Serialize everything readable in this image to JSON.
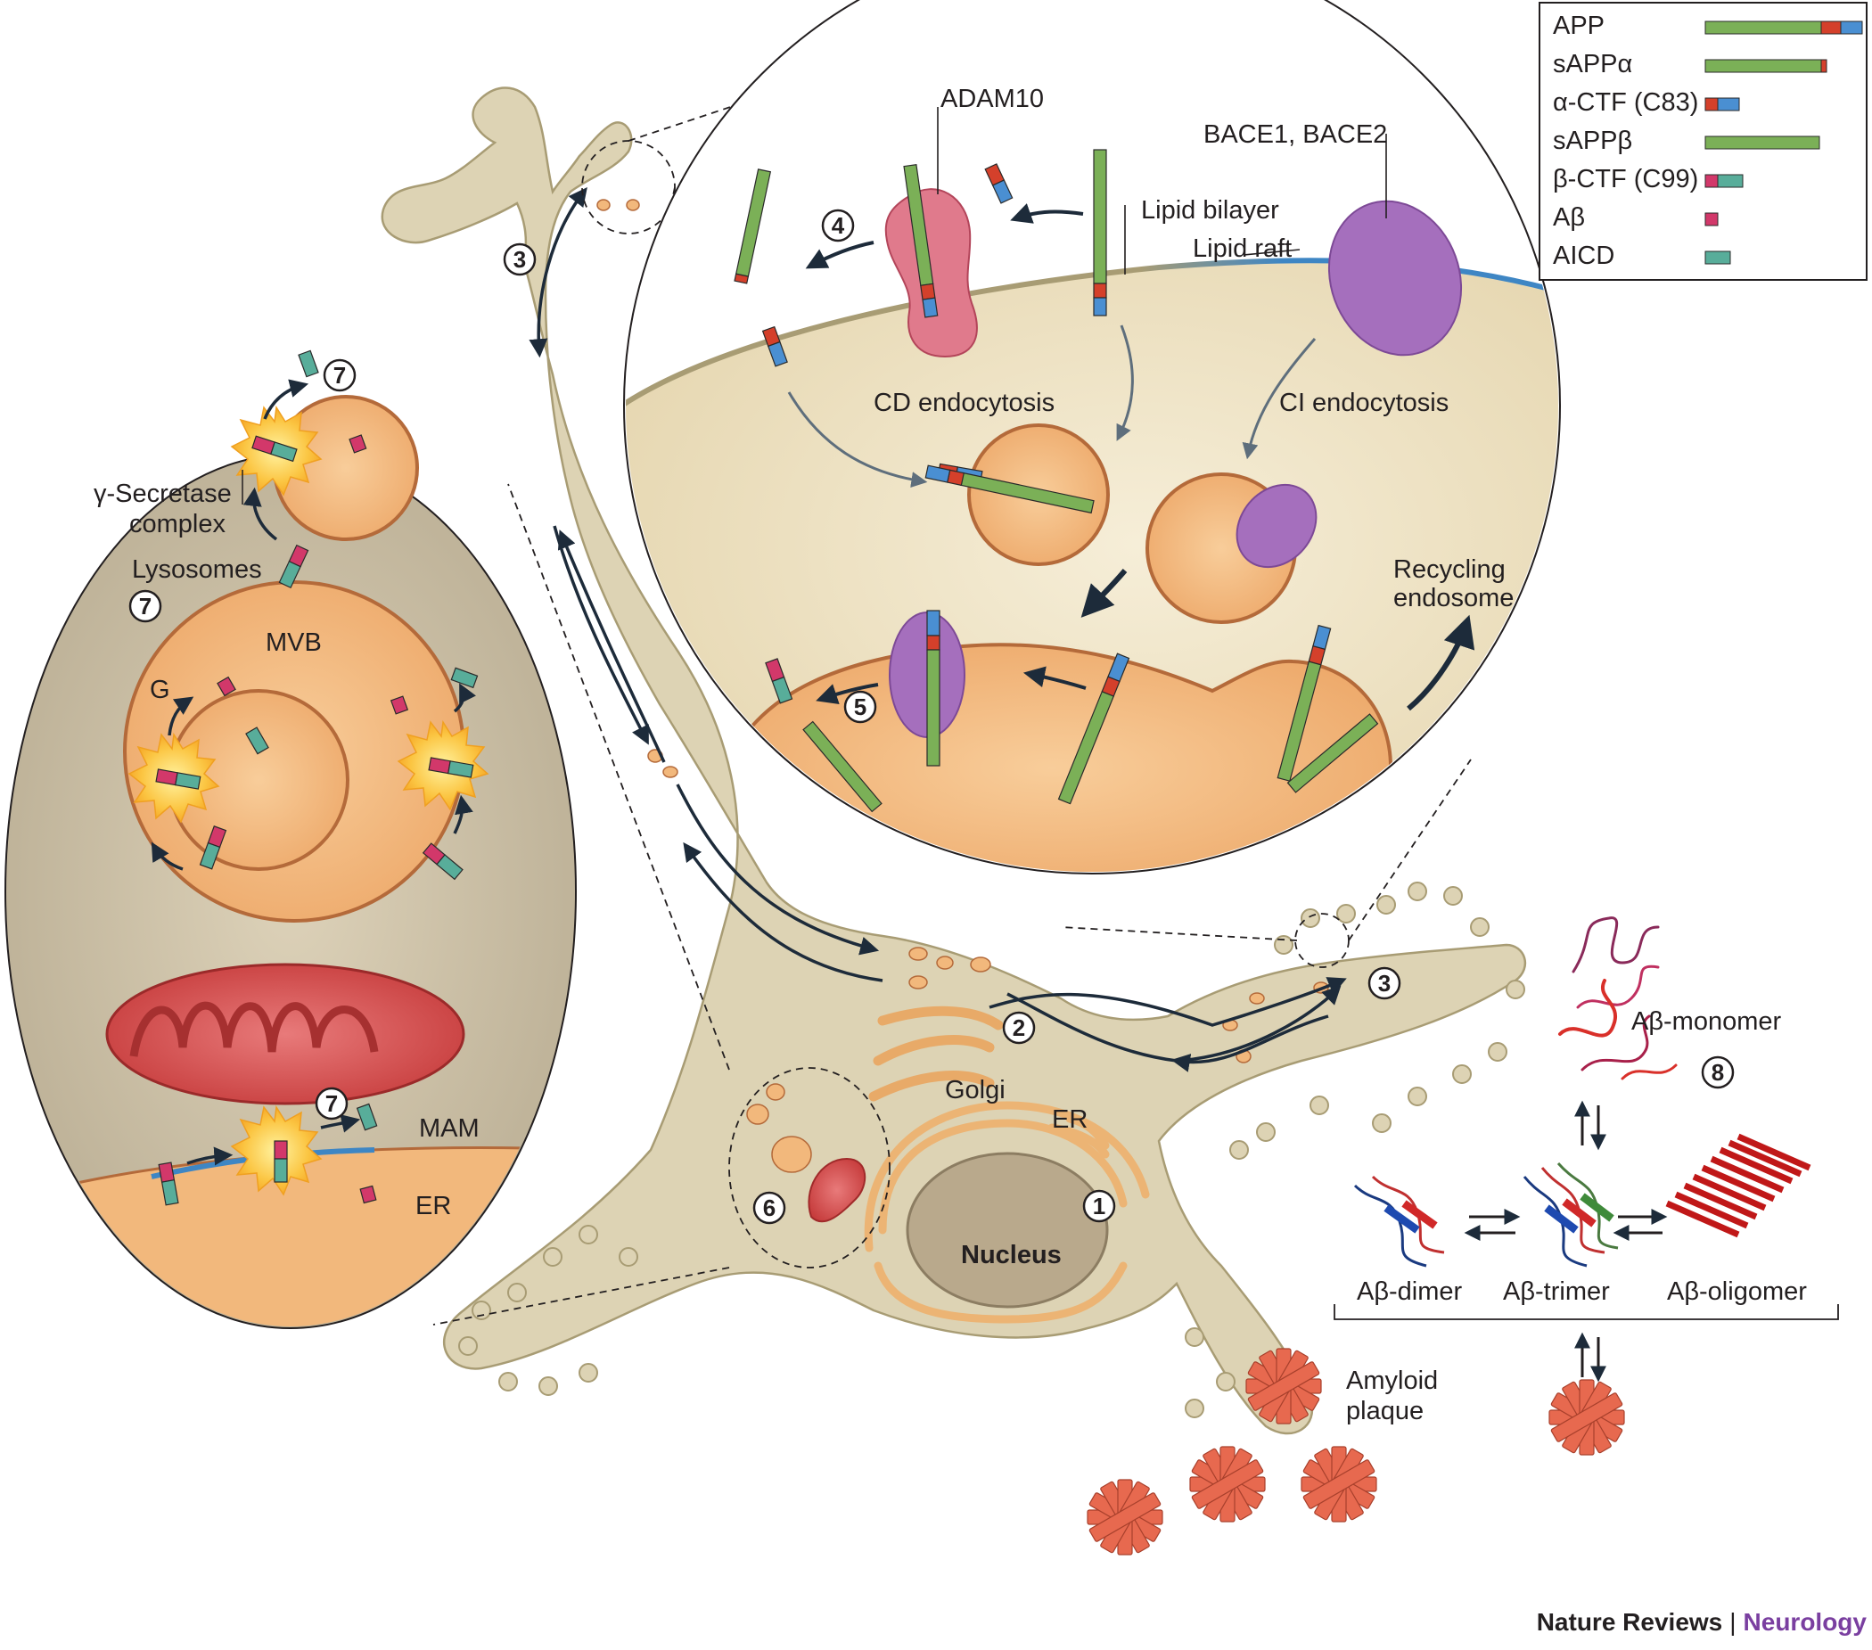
{
  "legend": {
    "items": [
      {
        "label": "APP",
        "segments": [
          "green",
          "red",
          "blue"
        ]
      },
      {
        "label": "sAPPα",
        "segments": [
          "green",
          "red-tip"
        ]
      },
      {
        "label": "α-CTF (C83)",
        "segments": [
          "red",
          "blue"
        ]
      },
      {
        "label": "sAPPβ",
        "segments": [
          "green"
        ]
      },
      {
        "label": "β-CTF (C99)",
        "segments": [
          "pink",
          "teal"
        ]
      },
      {
        "label": "Aβ",
        "segments": [
          "pink"
        ]
      },
      {
        "label": "AICD",
        "segments": [
          "teal"
        ]
      }
    ]
  },
  "labels": {
    "adam10": "ADAM10",
    "bace": "BACE1, BACE2",
    "lipid_bilayer": "Lipid bilayer",
    "lipid_raft": "Lipid raft",
    "cd_endocytosis": "CD endocytosis",
    "ci_endocytosis": "CI endocytosis",
    "recycling_endosome_1": "Recycling",
    "recycling_endosome_2": "endosome",
    "gamma_secretase_1": "γ-Secretase",
    "gamma_secretase_2": "complex",
    "lysosomes": "Lysosomes",
    "mvb": "MVB",
    "g": "G",
    "mam": "MAM",
    "er_left": "ER",
    "golgi": "Golgi",
    "er": "ER",
    "nucleus": "Nucleus",
    "ab_monomer": "Aβ-monomer",
    "ab_dimer": "Aβ-dimer",
    "ab_trimer": "Aβ-trimer",
    "ab_oligomer": "Aβ-oligomer",
    "amyloid_plaque_1": "Amyloid",
    "amyloid_plaque_2": "plaque"
  },
  "steps": {
    "s1": "1",
    "s2": "2",
    "s3a": "3",
    "s3b": "3",
    "s4": "4",
    "s5": "5",
    "s6": "6",
    "s7a": "7",
    "s7b": "7",
    "s7c": "7",
    "s8": "8"
  },
  "footer": {
    "journal": "Nature Reviews",
    "separator": "|",
    "section": "Neurology"
  },
  "colors": {
    "cell": "#ddd3b4",
    "cell_outline": "#a89c74",
    "oval_bg": "#c5baa2",
    "app_green": "#7bb057",
    "app_red": "#d4402b",
    "app_blue": "#4a8fd2",
    "abeta_pink": "#d2386a",
    "aicd_teal": "#58ad9a",
    "vesicle": "#f2b87c",
    "vesicle_outline": "#b46a3a",
    "adam10": "#e07a8c",
    "bace": "#a56fbd",
    "plaque": "#e7694f",
    "brand_purple": "#7a3fa0"
  }
}
